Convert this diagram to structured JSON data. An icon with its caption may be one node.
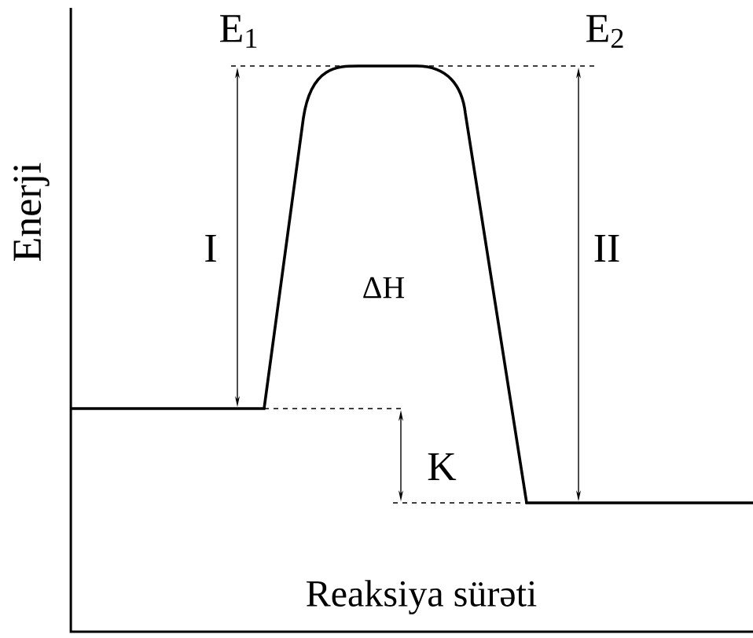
{
  "diagram": {
    "labels": [
      "E$_{1}$",
      "E$_{2}$",
      "Enerji",
      "I",
      "II",
      "ΔH",
      "K",
      "Reaksiya sürəti"
    ]
  }
}
